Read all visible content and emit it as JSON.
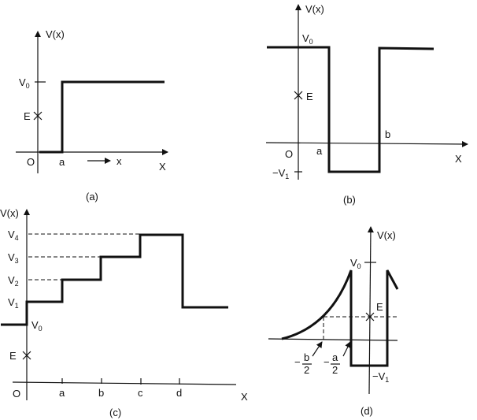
{
  "figure": {
    "panels": [
      {
        "id": "a",
        "caption": "(a)",
        "y_axis_label": "V(x)",
        "x_axis_label": "X",
        "origin_label": "O",
        "direction_label": "x",
        "levels": {
          "V0": "V",
          "V0_sub": "0",
          "E": "E"
        },
        "x_ticks": [
          "a"
        ],
        "description": "Step potential: V=0 for x<a, V=V0 for x>a; energy E below V0"
      },
      {
        "id": "b",
        "caption": "(b)",
        "y_axis_label": "V(x)",
        "x_axis_label": "X",
        "origin_label": "O",
        "levels": {
          "V0": "V",
          "V0_sub": "0",
          "E": "E",
          "negV1": "−V",
          "negV1_sub": "1"
        },
        "x_ticks": [
          "a",
          "b"
        ],
        "description": "Square well: V=V0 outside [a,b], V=-V1 inside"
      },
      {
        "id": "c",
        "caption": "(c)",
        "y_axis_label": "V(x)",
        "x_axis_label": "X",
        "origin_label": "O",
        "levels": [
          {
            "name": "V",
            "sub": "4"
          },
          {
            "name": "V",
            "sub": "3"
          },
          {
            "name": "V",
            "sub": "2"
          },
          {
            "name": "V",
            "sub": "1"
          },
          {
            "name": "V",
            "sub": "0"
          }
        ],
        "energy_label": "E",
        "x_ticks": [
          "a",
          "b",
          "c",
          "d"
        ],
        "description": "Staircase potential V0 to V4 stepping at a,b,c then drop at d"
      },
      {
        "id": "d",
        "caption": "(d)",
        "y_axis_label": "V(x)",
        "levels": {
          "V0": "V",
          "V0_sub": "0",
          "E": "E",
          "negV1": "−V",
          "negV1_sub": "1"
        },
        "x_ticks": [
          {
            "sign": "−",
            "num": "b",
            "den": "2"
          },
          {
            "sign": "−",
            "num": "a",
            "den": "2"
          }
        ],
        "description": "Well of depth -V1 between -a/2 and a/2 with exponentially rising walls outside"
      }
    ]
  }
}
